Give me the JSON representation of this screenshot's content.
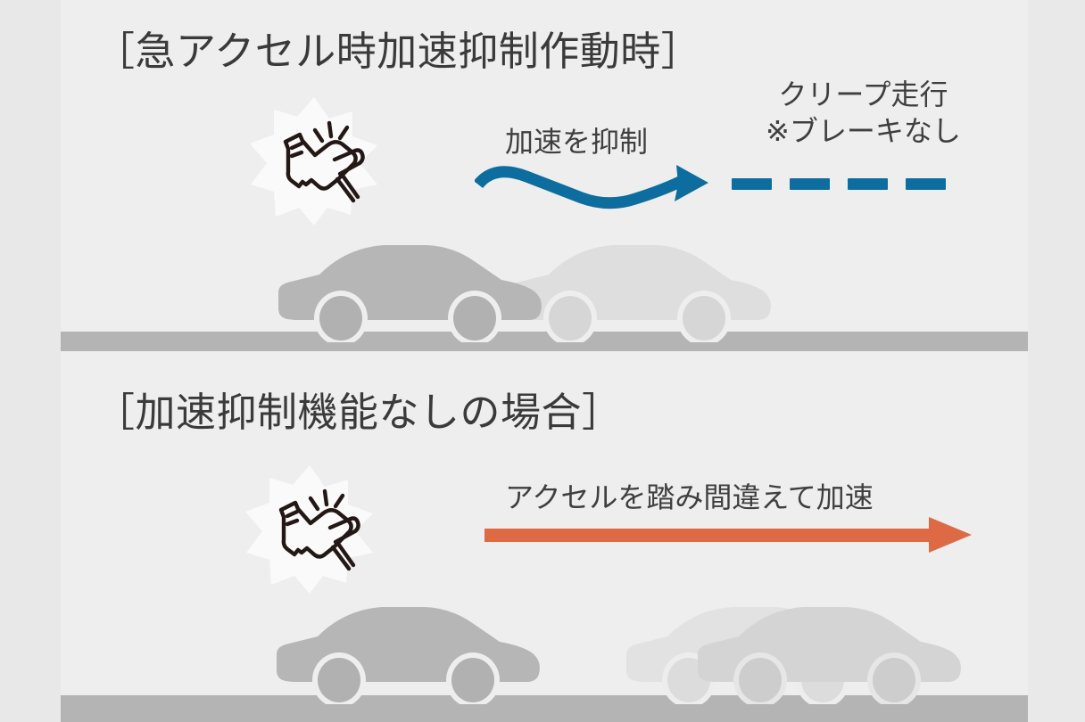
{
  "diagram": {
    "background_color": "#eeeeee",
    "band_color": "#e8e8e8",
    "ground_color": "#b4b4b4",
    "text_color": "#3a3a3a",
    "accent_blue": "#0d6d9e",
    "accent_orange": "#dd6a45",
    "car_solid_color": "#b6b6b6",
    "car_ghost_color": "#dedede"
  },
  "sections": {
    "top": {
      "title": "［急アクセル時加速抑制作動時］",
      "pedal_icon": "accelerator-pedal-press-icon",
      "annotation_suppress": "加速を抑制",
      "annotation_creep_line1": "クリープ走行",
      "annotation_creep_line2": "※ブレーキなし",
      "arrow_style": "curved-s-arrow",
      "dash_count": 4
    },
    "bottom": {
      "title": "［加速抑制機能なしの場合］",
      "pedal_icon": "accelerator-pedal-press-icon",
      "annotation_mistake": "アクセルを踏み間違えて加速",
      "arrow_style": "straight-arrow"
    }
  }
}
